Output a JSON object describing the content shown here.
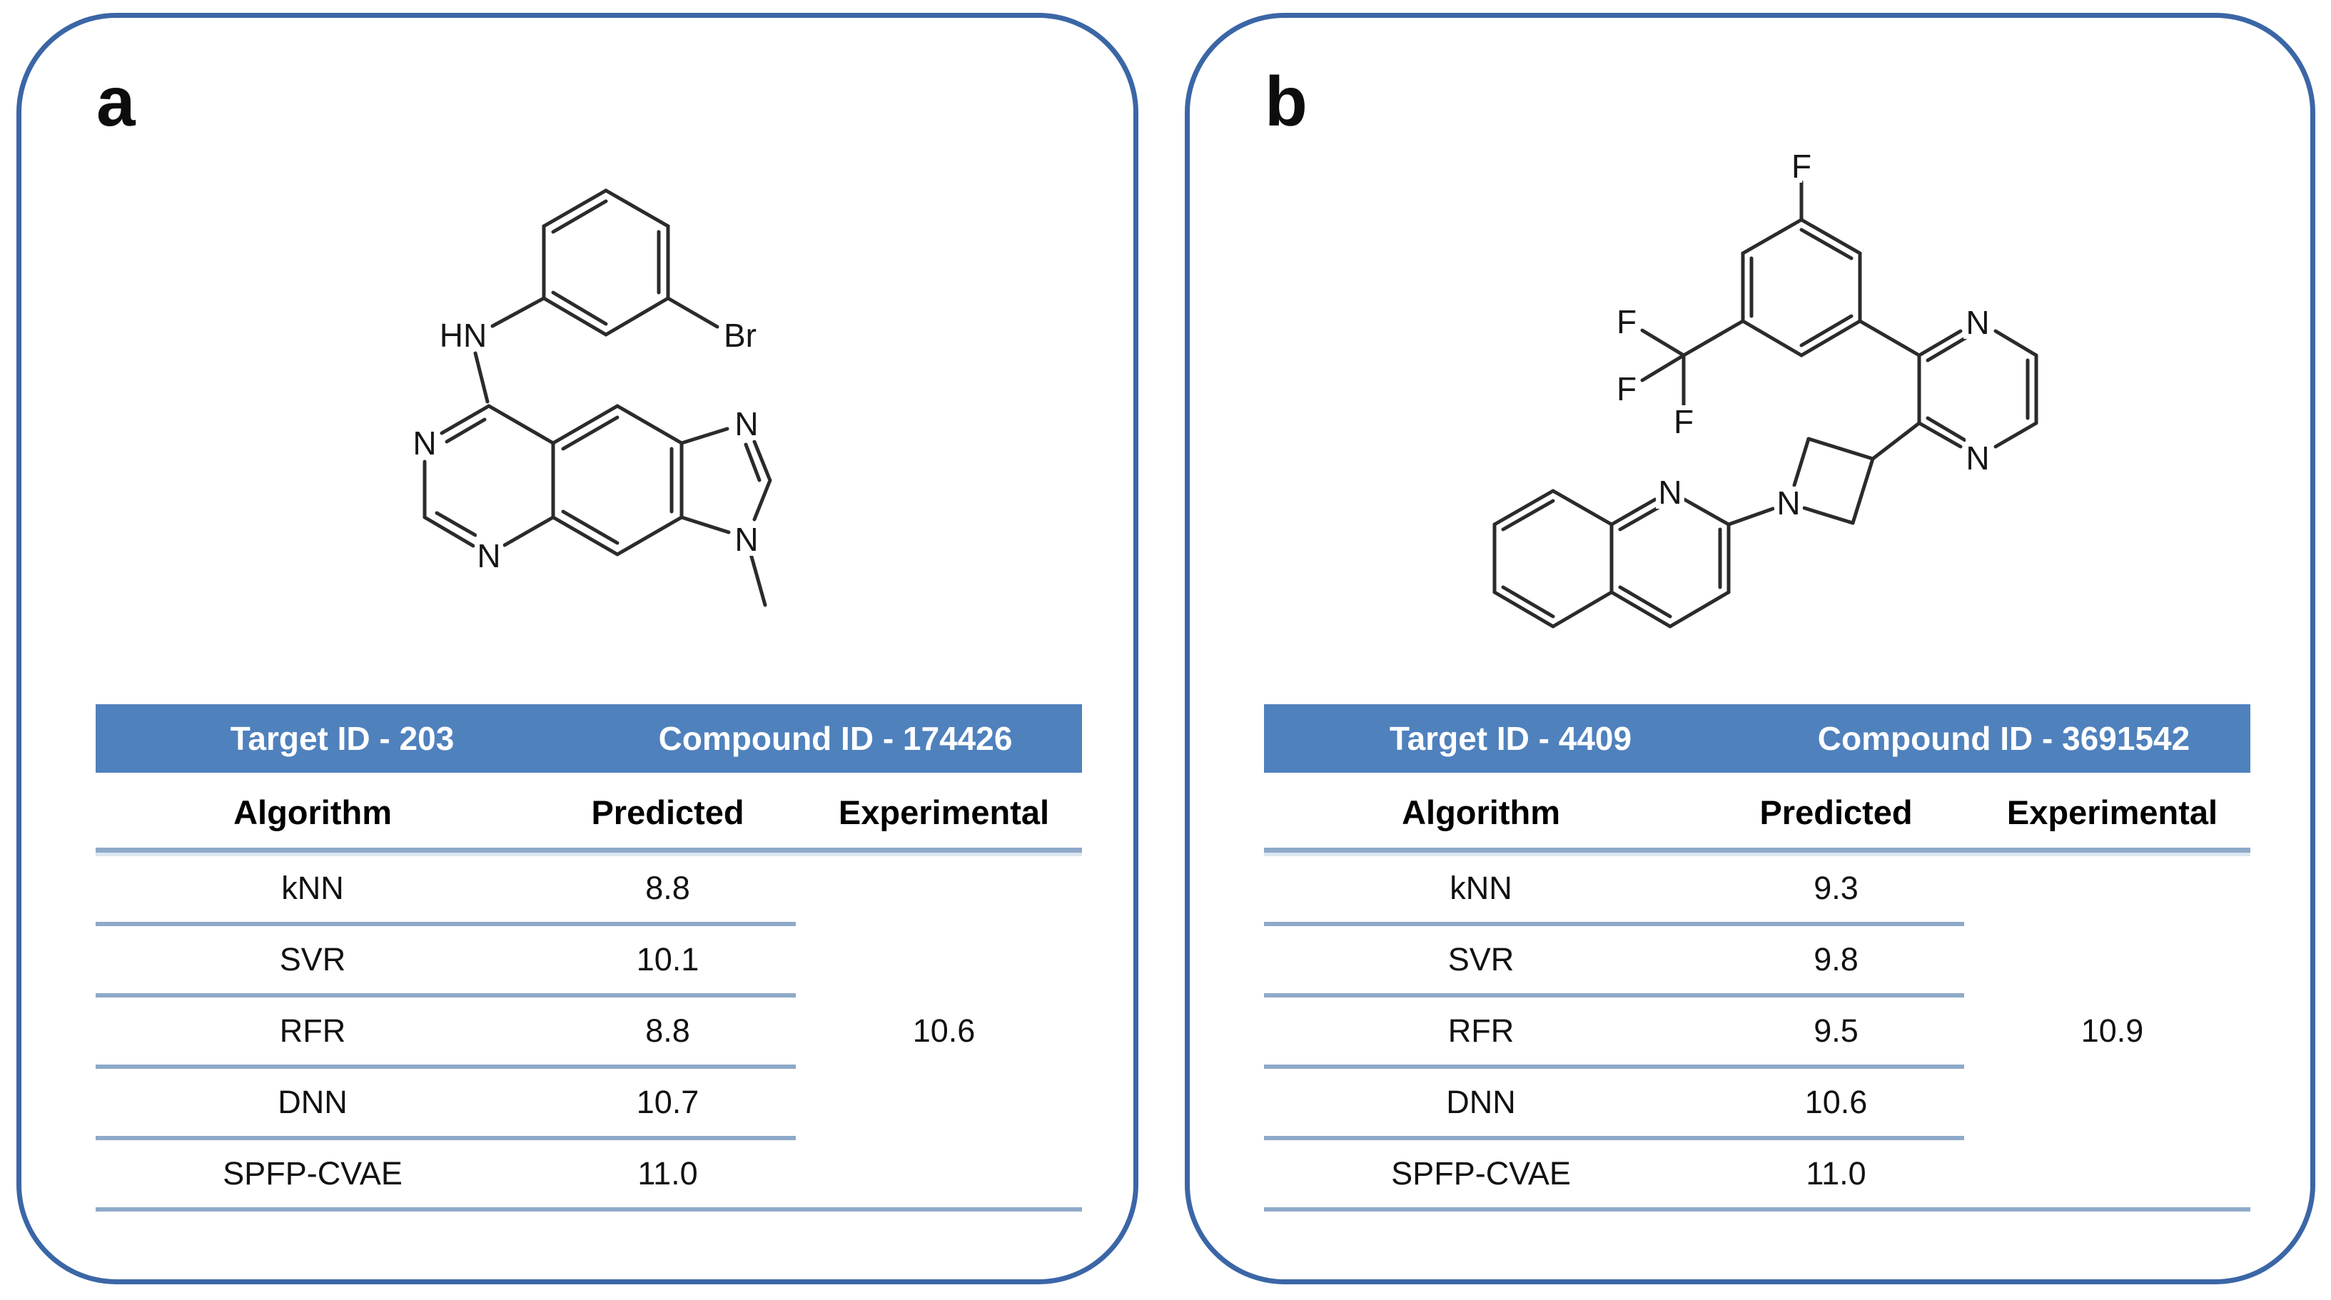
{
  "atom_labels": {
    "nitrogen": "N",
    "amine": "HN",
    "bromine": "Br",
    "fluorine": "F"
  },
  "colors": {
    "panel_border": "#3b66a6",
    "header_bar": "#4f81bd",
    "separator": "#8ea9c9",
    "separator_light": "#dce6f1",
    "header_text": "#ffffff",
    "body_text": "#111111"
  },
  "panels": [
    {
      "label": "a",
      "table": {
        "target_id": "Target ID - 203",
        "compound_id": "Compound ID - 174426",
        "columns": [
          "Algorithm",
          "Predicted",
          "Experimental"
        ],
        "rows": [
          [
            "kNN",
            "8.8"
          ],
          [
            "SVR",
            "10.1"
          ],
          [
            "RFR",
            "8.8"
          ],
          [
            "DNN",
            "10.7"
          ],
          [
            "SPFP-CVAE",
            "11.0"
          ]
        ],
        "experimental": "10.6"
      }
    },
    {
      "label": "b",
      "table": {
        "target_id": "Target ID - 4409",
        "compound_id": "Compound ID - 3691542",
        "columns": [
          "Algorithm",
          "Predicted",
          "Experimental"
        ],
        "rows": [
          [
            "kNN",
            "9.3"
          ],
          [
            "SVR",
            "9.8"
          ],
          [
            "RFR",
            "9.5"
          ],
          [
            "DNN",
            "10.6"
          ],
          [
            "SPFP-CVAE",
            "11.0"
          ]
        ],
        "experimental": "10.9"
      }
    }
  ]
}
